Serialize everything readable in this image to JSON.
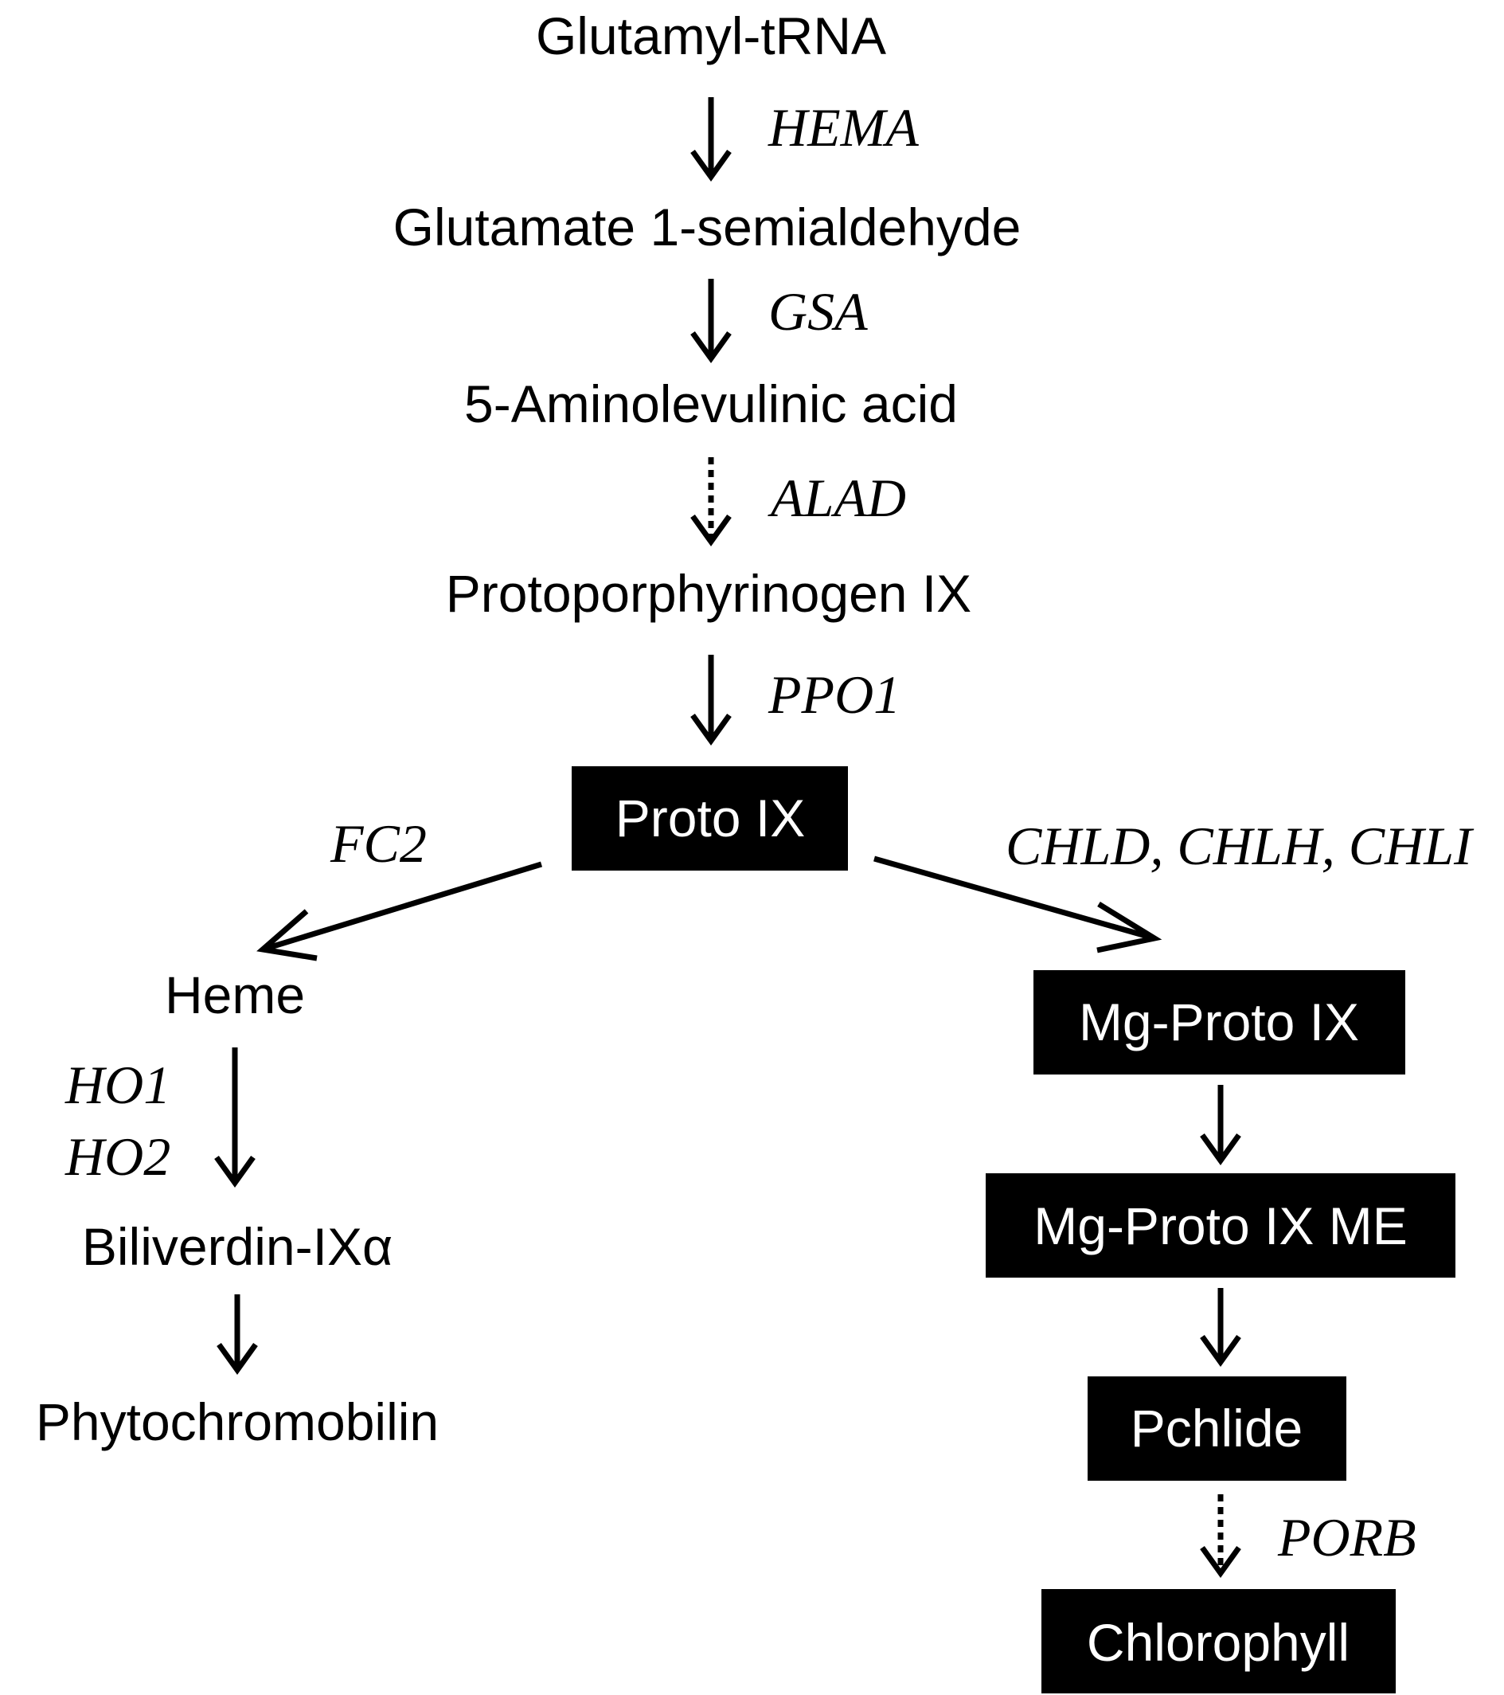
{
  "colors": {
    "background": "#ffffff",
    "ink": "#000000",
    "box_fill": "#000000",
    "box_text": "#ffffff"
  },
  "metabolites": {
    "glutamyl_trna": "Glutamyl-tRNA",
    "glutamate_semialdehyde": "Glutamate 1-semialdehyde",
    "aminolevulinic_acid": "5-Aminolevulinic acid",
    "protoporphyrinogen": "Protoporphyrinogen IX",
    "heme": "Heme",
    "biliverdin": "Biliverdin-IXα",
    "phytochromobilin": "Phytochromobilin"
  },
  "boxed_metabolites": {
    "proto_ix": "Proto IX",
    "mg_proto_ix": "Mg-Proto IX",
    "mg_proto_ix_me": "Mg-Proto IX ME",
    "pchlide": "Pchlide",
    "chlorophyll": "Chlorophyll"
  },
  "genes": {
    "hema": "HEMA",
    "gsa": "GSA",
    "alad": "ALAD",
    "ppo1": "PPO1",
    "fc2": "FC2",
    "chl_genes": "CHLD, CHLH, CHLI",
    "ho1": "HO1",
    "ho2": "HO2",
    "porb": "PORB"
  },
  "arrows": {
    "hema_step": "solid",
    "gsa_step": "solid",
    "alad_step": "dotted",
    "ppo1_step": "solid",
    "fc2_step": "solid",
    "chl_step": "solid",
    "ho_step": "solid",
    "biliverdin_step": "solid",
    "mg_proto_me_step": "solid",
    "pchlide_step": "solid",
    "porb_step": "dotted"
  }
}
